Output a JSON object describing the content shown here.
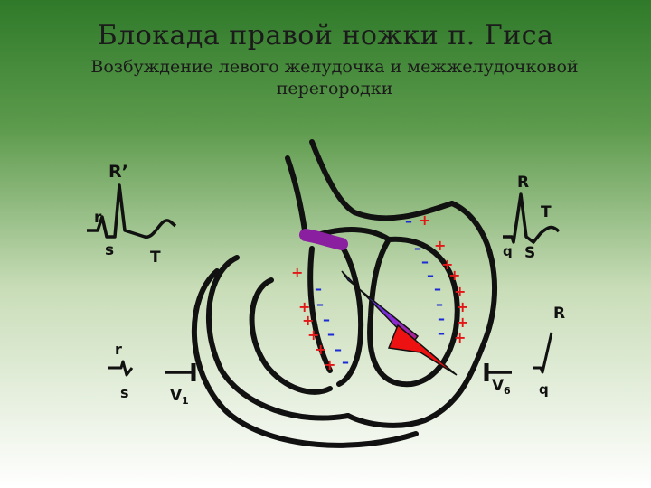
{
  "title": "Блокада правой ножки п. Гиса",
  "subtitle_line1": "Возбуждение левого желудочка и межжелудочковой",
  "subtitle_line2": "перегородки",
  "ecg_right_precordial": {
    "R_prime": "R’",
    "r": "r",
    "s": "s",
    "T": "T"
  },
  "ecg_left_precordial": {
    "R": "R",
    "T": "T",
    "q": "q",
    "S": "S"
  },
  "ecg_small_left": {
    "r": "r",
    "s": "s"
  },
  "ecg_small_right": {
    "R": "R",
    "q": "q"
  },
  "electrodes": {
    "v1": "V",
    "v1_sub": "1",
    "v6": "V",
    "v6_sub": "6"
  },
  "charges": {
    "plus": "+",
    "minus": "–"
  },
  "colors": {
    "plus": "#e21818",
    "minus": "#1a2bd6",
    "bundle": "#8a1fa0",
    "vector_start": "#2233ee",
    "vector_end": "#ee1111"
  }
}
